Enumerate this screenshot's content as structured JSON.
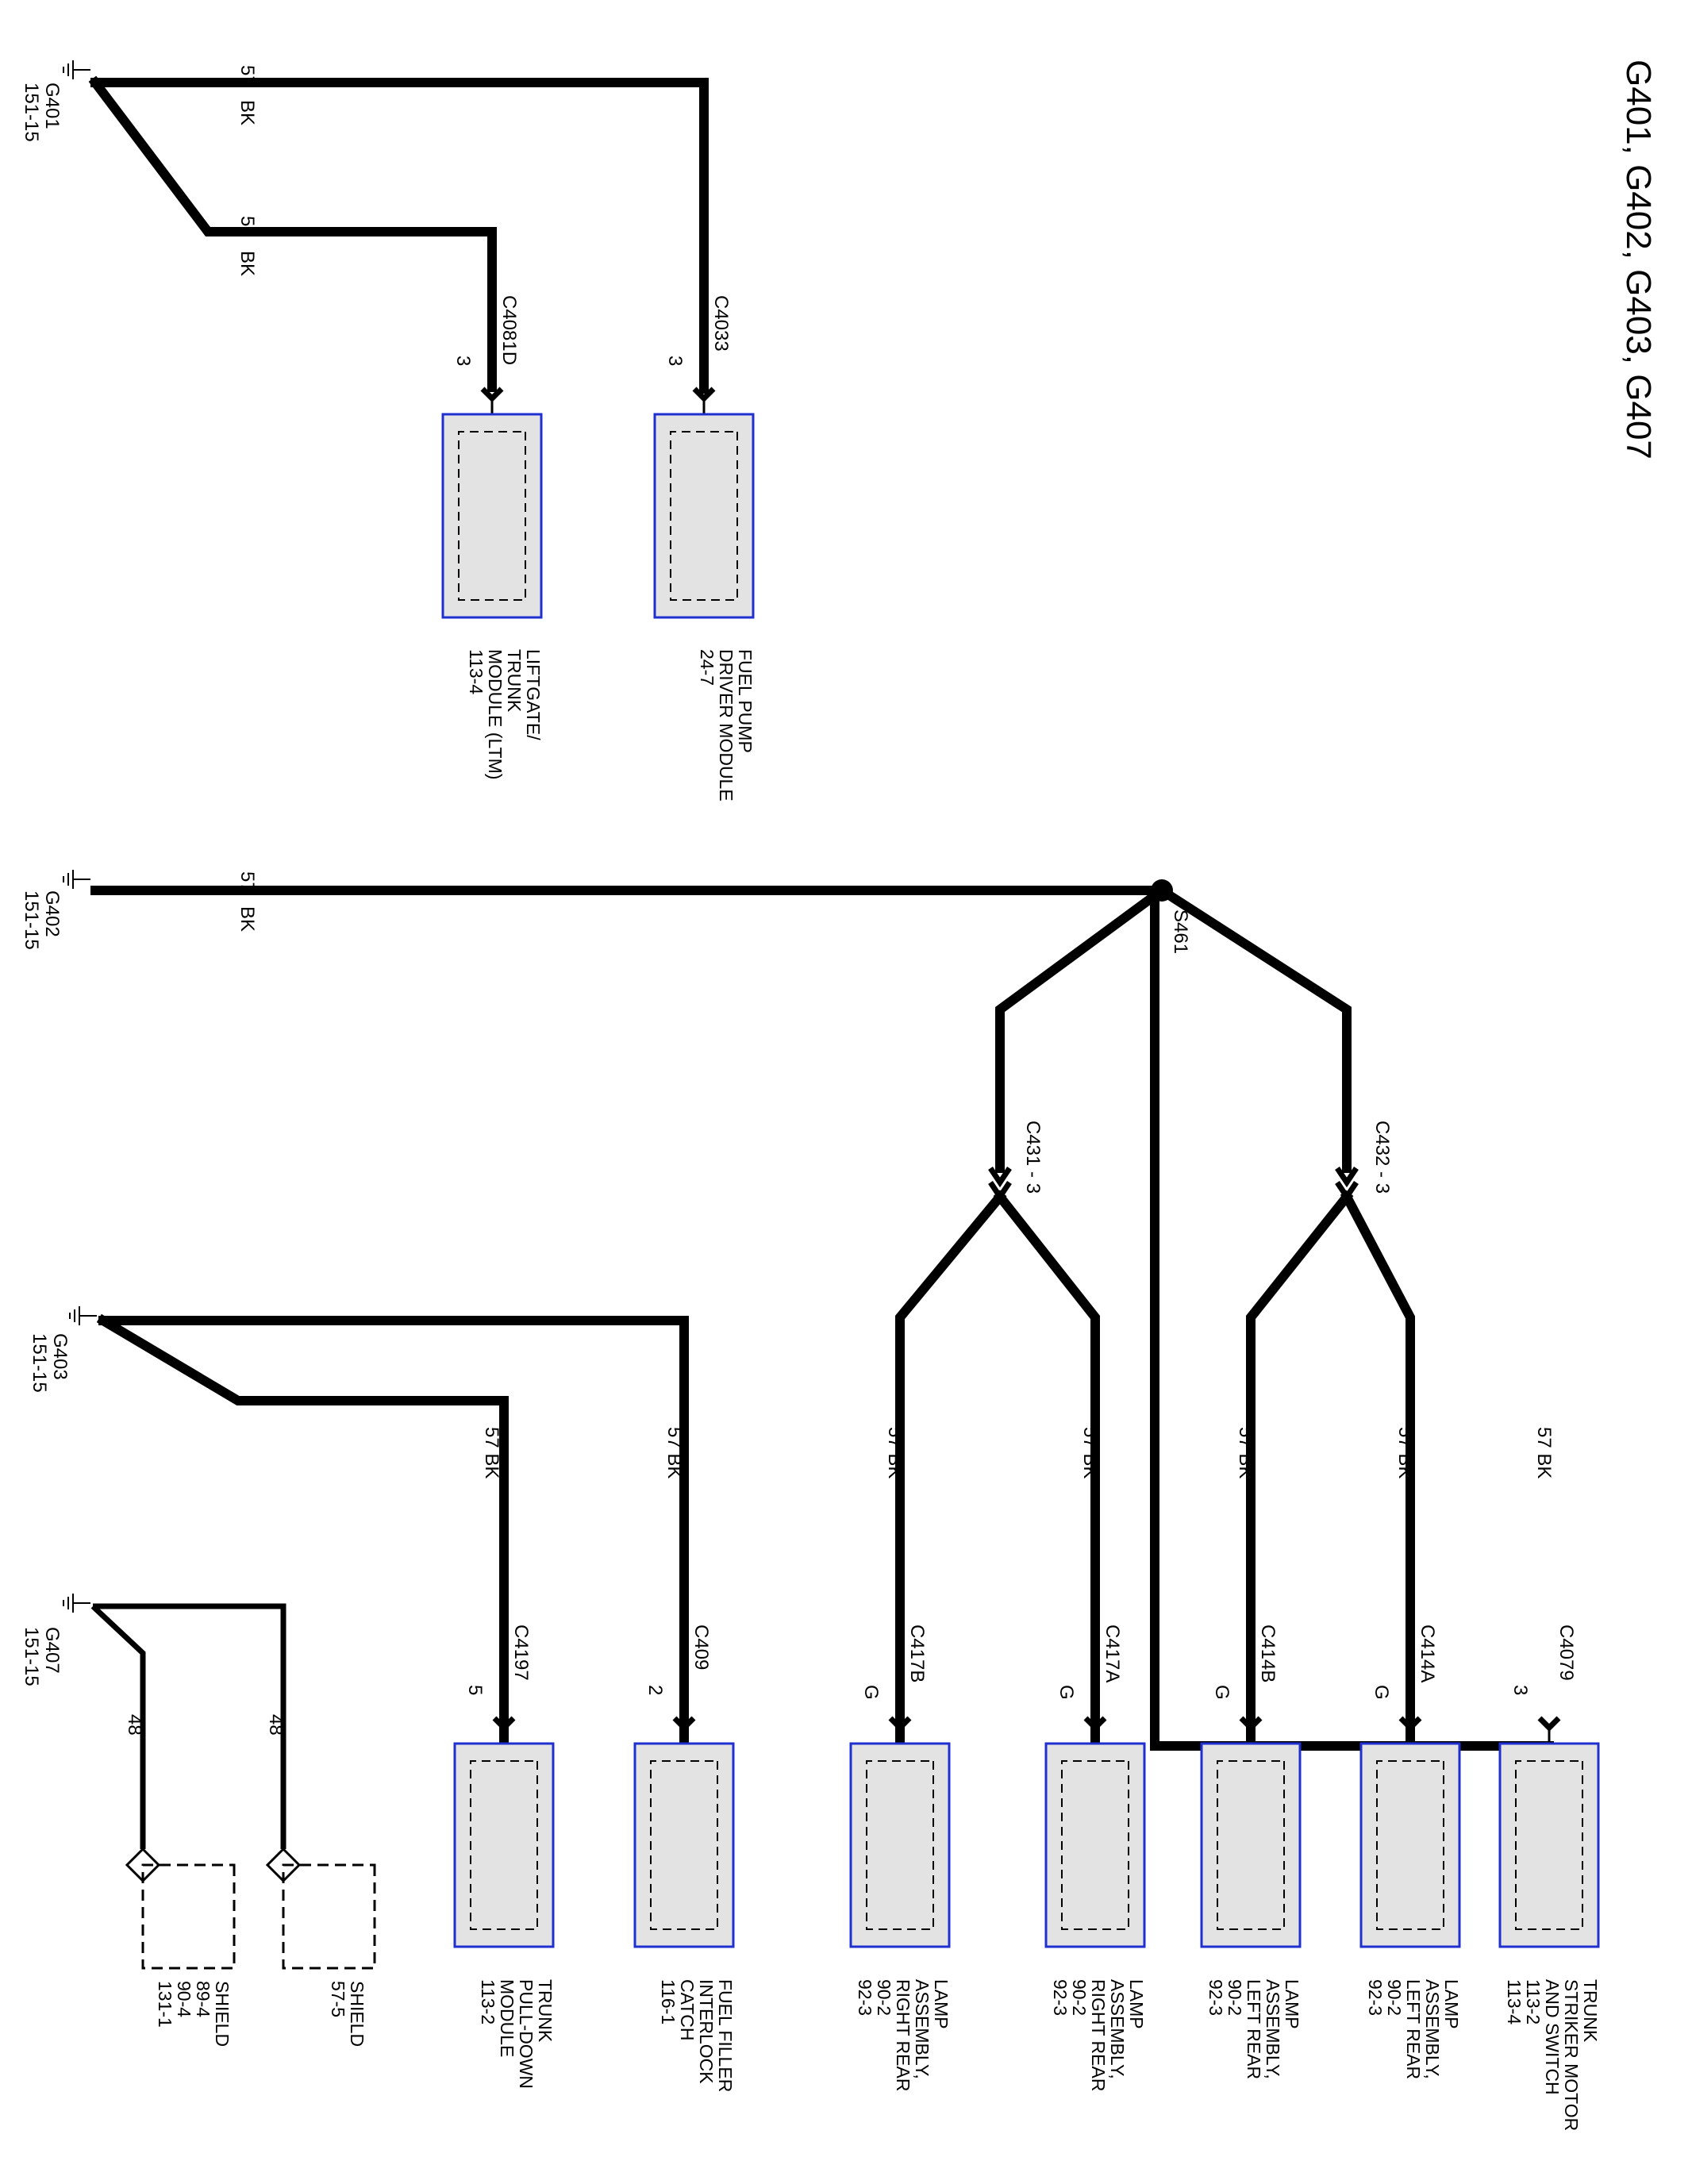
{
  "title": "G401, G402, G403, G407",
  "grounds": [
    {
      "id": "g401",
      "name": "G401",
      "ref": "151-15"
    },
    {
      "id": "g402",
      "name": "G402",
      "ref": "151-15"
    },
    {
      "id": "g403",
      "name": "G403",
      "ref": "151-15"
    },
    {
      "id": "g407",
      "name": "G407",
      "ref": "151-15"
    }
  ],
  "splice": {
    "name": "S461"
  },
  "wire_labels": {
    "circuit": "57",
    "color": "BK",
    "circuit_color": "57  BK",
    "shield_circuit": "48"
  },
  "inline_connectors": [
    {
      "id": "c431",
      "label": "C431 - 3"
    },
    {
      "id": "c432",
      "label": "C432 - 3"
    }
  ],
  "components": [
    {
      "id": "ltm",
      "connector": "C4081D",
      "pin": "3",
      "lines": [
        "LIFTGATE/",
        "TRUNK",
        "MODULE (LTM)",
        "113-4"
      ]
    },
    {
      "id": "fpdm",
      "connector": "C4033",
      "pin": "3",
      "lines": [
        "FUEL PUMP",
        "DRIVER MODULE",
        "24-7"
      ]
    },
    {
      "id": "trunk-pulldown",
      "connector": "C4197",
      "pin": "5",
      "lines": [
        "TRUNK",
        "PULL-DOWN",
        "MODULE",
        "113-2"
      ]
    },
    {
      "id": "fuel-filler",
      "connector": "C409",
      "pin": "2",
      "lines": [
        "FUEL FILLER",
        "INTERLOCK",
        "CATCH",
        "116-1"
      ]
    },
    {
      "id": "lamp-rr-b",
      "connector": "C417B",
      "pin": "G",
      "lines": [
        "LAMP",
        "ASSEMBLY,",
        "RIGHT REAR",
        "90-2",
        "92-3"
      ]
    },
    {
      "id": "lamp-rr-a",
      "connector": "C417A",
      "pin": "G",
      "lines": [
        "LAMP",
        "ASSEMBLY,",
        "RIGHT REAR",
        "90-2",
        "92-3"
      ]
    },
    {
      "id": "lamp-lr-b",
      "connector": "C414B",
      "pin": "G",
      "lines": [
        "LAMP",
        "ASSEMBLY,",
        "LEFT REAR",
        "90-2",
        "92-3"
      ]
    },
    {
      "id": "lamp-lr-a",
      "connector": "C414A",
      "pin": "G",
      "lines": [
        "LAMP",
        "ASSEMBLY,",
        "LEFT REAR",
        "90-2",
        "92-3"
      ]
    },
    {
      "id": "trunk-striker",
      "connector": "C4079",
      "pin": "3",
      "lines": [
        "TRUNK",
        "STRIKER MOTOR",
        "AND SWITCH",
        "113-2",
        "113-4"
      ]
    }
  ],
  "shields": [
    {
      "id": "shield-a",
      "lines": [
        "SHIELD",
        "89-4",
        "90-4",
        "131-1"
      ]
    },
    {
      "id": "shield-b",
      "lines": [
        "SHIELD",
        "57-5"
      ]
    }
  ]
}
